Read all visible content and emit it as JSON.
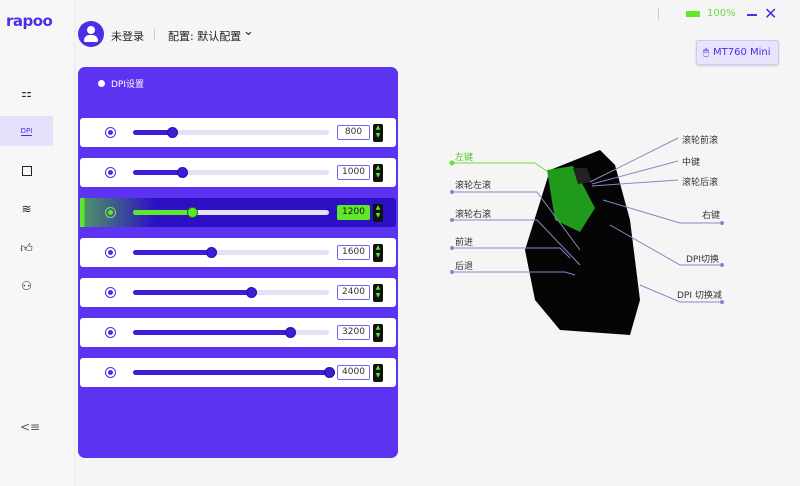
{
  "app": {
    "logo": "rapoo",
    "user": "未登录",
    "config": "配置: 默认配置",
    "battery": "100%",
    "device": "MT760 Mini",
    "accent": "#5b33f0",
    "highlight": "#5ee82a"
  },
  "sidebar": {
    "items": [
      {
        "icon": "grid-icon"
      },
      {
        "icon": "dpi-icon",
        "label": "DPI",
        "active": true
      },
      {
        "icon": "chart-icon"
      },
      {
        "icon": "layers-icon"
      },
      {
        "icon": "thumbs-up-icon"
      },
      {
        "icon": "user-icon"
      }
    ]
  },
  "dpi": {
    "title": "DPI设置",
    "max": 4000,
    "active_index": 2,
    "levels": [
      {
        "value": "800"
      },
      {
        "value": "1000"
      },
      {
        "value": "1200"
      },
      {
        "value": "1600"
      },
      {
        "value": "2400"
      },
      {
        "value": "3200"
      },
      {
        "value": "4000"
      }
    ]
  },
  "mouse": {
    "labels": {
      "left": "左键",
      "scroll_left": "滚轮左滚",
      "scroll_right": "滚轮右滚",
      "forward": "前进",
      "back": "后退",
      "scroll_up": "滚轮前滚",
      "middle": "中键",
      "scroll_down": "滚轮后滚",
      "right": "右键",
      "dpi_switch": "DPI切换",
      "dpi_down": "DPI 切换减"
    }
  }
}
